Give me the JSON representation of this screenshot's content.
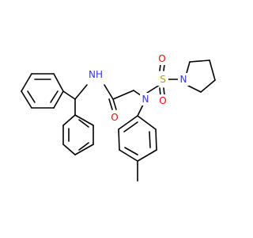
{
  "atom_labels": {
    "amide_nh": "NH",
    "amide_o": "O",
    "aniline_n": "N",
    "sulfonyl_s": "S",
    "sulfonyl_o_top": "O",
    "sulfonyl_o_bottom": "O",
    "pyrrolidine_n": "N"
  },
  "colors": {
    "N": "#3333ff",
    "O": "#ff0000",
    "S": "#b8a000",
    "bond": "#000000"
  }
}
